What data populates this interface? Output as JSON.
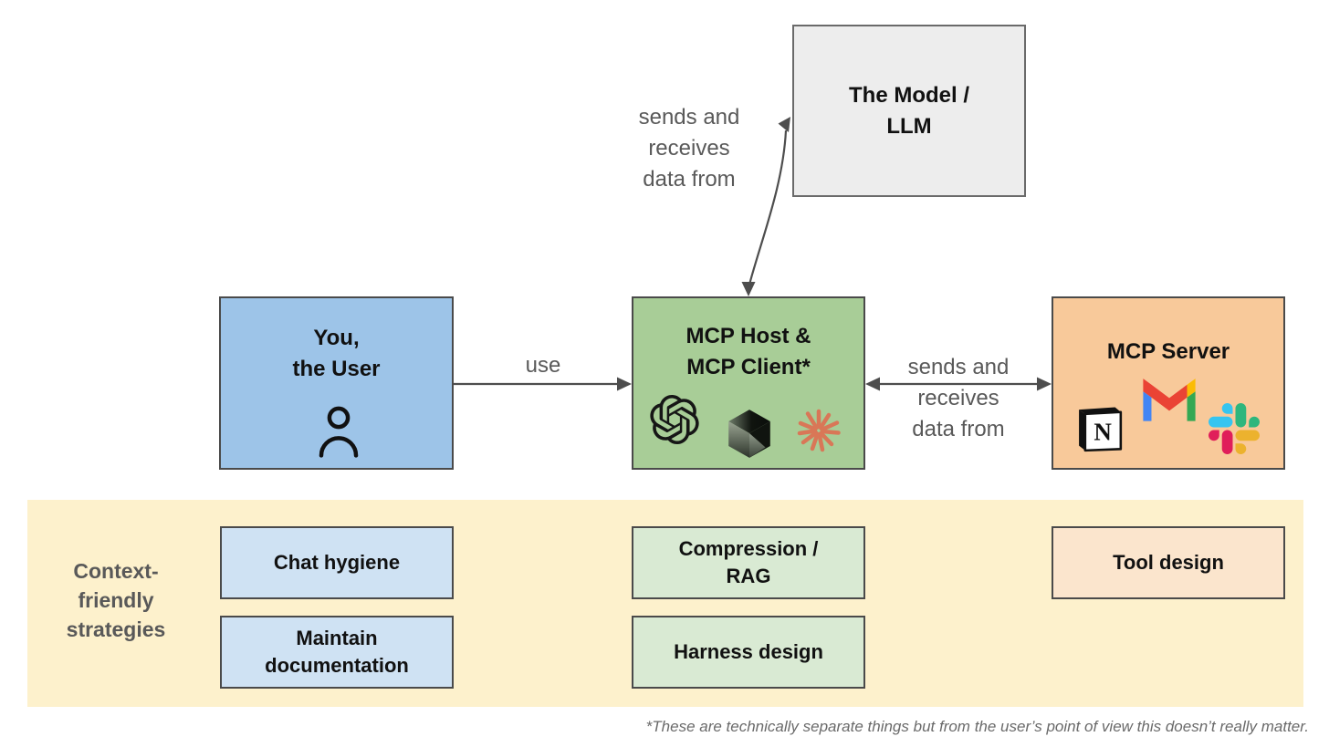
{
  "palette": {
    "user-blue": "#9dc4e8",
    "host-green": "#a8cd97",
    "server-orange": "#f8c99a",
    "model-gray": "#ededed",
    "strategy-blue": "#cfe2f3",
    "strategy-green": "#d9ead3",
    "strategy-orange": "#fbe5cd",
    "band-yellow": "#fdf1cc",
    "arrow-gray": "#4d4d4d",
    "label-gray": "#595959",
    "claude-coral": "#d97757",
    "gmail-red": "#ea4335",
    "gmail-blue": "#4285f4",
    "gmail-green": "#34a853",
    "gmail-yellow": "#fbbc04",
    "slack-blue": "#36c5f0",
    "slack-green": "#2eb67d",
    "slack-red": "#e01e5a",
    "slack-yellow": "#ecb22e"
  },
  "nodes": {
    "model": {
      "title_lines": [
        "The Model /",
        "LLM"
      ]
    },
    "user": {
      "title_lines": [
        "You,",
        "the User"
      ],
      "icons": [
        "person-icon"
      ]
    },
    "host": {
      "title_lines": [
        "MCP Host &",
        "MCP Client*"
      ],
      "icons": [
        "openai-icon",
        "cursor-icon",
        "claude-icon"
      ]
    },
    "server": {
      "title_lines": [
        "MCP Server"
      ],
      "icons": [
        "notion-icon",
        "gmail-icon",
        "slack-icon"
      ]
    }
  },
  "edges": {
    "user_host": {
      "label": "use"
    },
    "host_model": {
      "label_lines": [
        "sends and",
        "receives",
        "data from"
      ]
    },
    "host_server": {
      "label_lines": [
        "sends and",
        "receives",
        "data from"
      ]
    }
  },
  "strategies": {
    "band_label_lines": [
      "Context-",
      "friendly",
      "strategies"
    ],
    "user": [
      "Chat hygiene",
      "Maintain documentation"
    ],
    "host": [
      "Compression / RAG",
      "Harness design"
    ],
    "server": [
      "Tool design"
    ]
  },
  "footnote": "*These are technically separate things but from the user’s point of view this doesn’t really matter."
}
